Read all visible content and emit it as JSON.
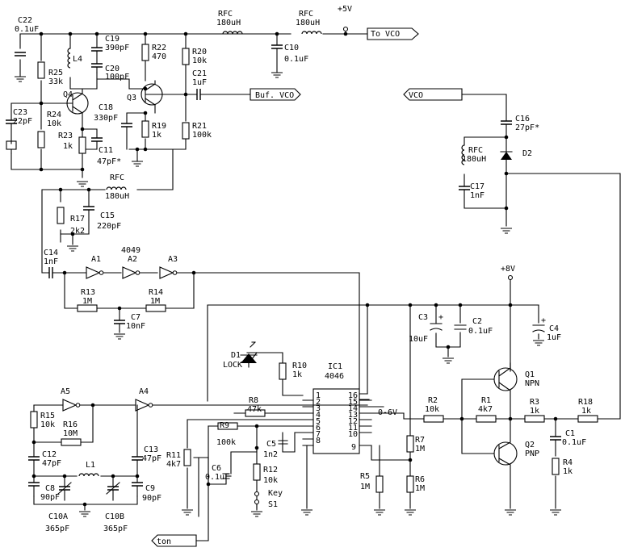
{
  "labels": {
    "c22": "C22",
    "c22v": "0.1uF",
    "rfc1": "RFC",
    "rfc1v": "180uH",
    "rfc2": "RFC",
    "rfc2v": "180uH",
    "p5v": "+5V",
    "tovco": "To VCO",
    "c19": "C19",
    "c19v": "390pF",
    "r22": "R22",
    "r22v": "470",
    "r20": "R20",
    "r20v": "10k",
    "c10": "C10",
    "c10v": "0.1uF",
    "r25": "R25",
    "r25v": "33k",
    "l4": "L4",
    "c20": "C20",
    "c20v": "100pF",
    "c21": "C21",
    "c21v": "1uF",
    "bufvco": "Buf. VCO",
    "q4": "Q4",
    "q3": "Q3",
    "c23": "C23",
    "c23v": "22pF",
    "r24": "R24",
    "r24v": "10k",
    "c18": "C18",
    "c18v": "330pF",
    "r19": "R19",
    "r19v": "1k",
    "r21": "R21",
    "r21v": "100k",
    "r23": "R23",
    "r23v": "1k",
    "c11": "C11",
    "c11v": "47pF*",
    "rfc3": "RFC",
    "rfc3v": "180uH",
    "r17": "R17",
    "r17v": "2k2",
    "c15": "C15",
    "c15v": "220pF",
    "vco": "VCO",
    "c16": "C16",
    "c16v": "27pF*",
    "rfc4": "RFC",
    "rfc4v": "180uH",
    "d2": "D2",
    "c17": "C17",
    "c17v": "1nF",
    "c14": "C14",
    "c14v": "1nF",
    "a1": "A1",
    "a2": "A2",
    "a3": "A3",
    "ic4049": "4049",
    "r13": "R13",
    "r13v": "1M",
    "r14": "R14",
    "r14v": "1M",
    "c7": "C7",
    "c7v": "10nF",
    "p8v": "+8V",
    "c3": "C3",
    "c3v": "10uF",
    "c2": "C2",
    "c2v": "0.1uF",
    "c4": "C4",
    "c4v": "1uF",
    "d1": "D1",
    "lock": "LOCK",
    "r10": "R10",
    "r10v": "1k",
    "ic1": "IC1",
    "ic1v": "4046",
    "q1": "Q1",
    "q1t": "NPN",
    "q2": "Q2",
    "q2t": "PNP",
    "a5": "A5",
    "a4": "A4",
    "r15": "R15",
    "r15v": "10k",
    "r16": "R16",
    "r16v": "10M",
    "r8": "R8",
    "r8v": "47k",
    "r9": "R9",
    "r9v": "100k",
    "c5": "C5",
    "c5v": "1n2",
    "r11": "R11",
    "r11v": "4k7",
    "c6": "C6",
    "c6v": "0.1uF",
    "r12": "R12",
    "r12v": "10k",
    "key": "Key",
    "s1": "S1",
    "c12": "C12",
    "c12v": "47pF",
    "c13": "C13",
    "c13v": "47pF",
    "l1": "L1",
    "c8": "C8",
    "c8v": "90pF",
    "c9": "C9",
    "c9v": "90pF",
    "c10a": "C10A",
    "c10av": "365pF",
    "c10b": "C10B",
    "c10bv": "365pF",
    "ton": "ton",
    "v06": "0-6V",
    "r2": "R2",
    "r2v": "10k",
    "r1": "R1",
    "r1v": "4k7",
    "r3": "R3",
    "r3v": "1k",
    "r18": "R18",
    "r18v": "1k",
    "c1": "C1",
    "c1v": "0.1uF",
    "r4": "R4",
    "r4v": "1k",
    "r7": "R7",
    "r7v": "1M",
    "r5": "R5",
    "r5v": "1M",
    "r6": "R6",
    "r6v": "1M",
    "plus": "+",
    "p1": "1",
    "p2": "2",
    "p3": "3",
    "p4": "4",
    "p5": "5",
    "p6": "6",
    "p7": "7",
    "p8": "8",
    "p9": "9",
    "p10": "10",
    "p11": "11",
    "p12": "12",
    "p13": "13",
    "p14": "14",
    "p15": "15",
    "p16": "16"
  }
}
